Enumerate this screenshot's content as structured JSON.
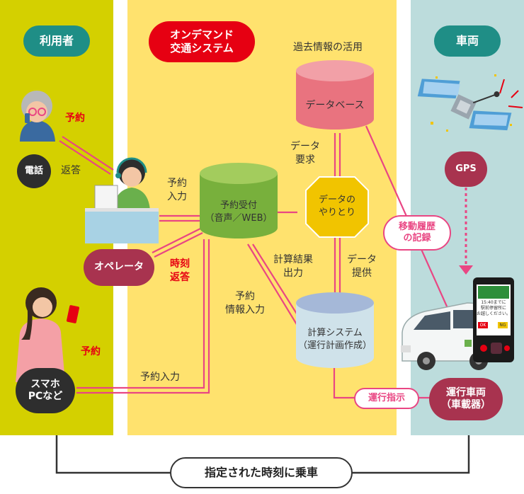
{
  "columns": {
    "users": "利用者",
    "system": "オンデマンド\n交通システム",
    "vehicle": "車両"
  },
  "badges": {
    "phone": "電話",
    "operator": "オペレータ",
    "smartphone": "スマホ\nPCなど",
    "gps": "GPS",
    "vehicle_device": "運行車両\n（車載器）"
  },
  "databases": {
    "database": "データベース",
    "reservation": "予約受付\n（音声／WEB）",
    "calculation": "計算システム\n（運行計画作成）"
  },
  "octagon": "データの\nやりとり",
  "labels": {
    "reserve_phone": "予約",
    "reply": "返答",
    "reserve_input": "予約\n入力",
    "time_reply": "時刻\n返答",
    "reserve_smartphone": "予約",
    "reserve_input_bottom": "予約入力",
    "past_info": "過去情報の活用",
    "data_request": "データ\n要求",
    "calc_output": "計算結果\n出力",
    "data_provide": "データ\n提供",
    "reserve_info_input": "予約\n情報入力",
    "movement_history": "移動履歴\nの記録",
    "operation_instruction": "運行指示",
    "boarding": "指定された時刻に乗車"
  },
  "screen": {
    "line1": "15:40までに",
    "line2": "駅前停留所に",
    "line3": "お越しください。",
    "ok": "OK",
    "ng": "NG"
  },
  "colors": {
    "users_bg": "#d4d000",
    "system_bg": "#ffe26e",
    "vehicle_bg": "#bcdcdc",
    "accent_red": "#e60012",
    "pink": "#e94683",
    "teal_badge": "#1f8e86",
    "maroon_badge": "#a8334f",
    "dark_badge": "#2e2e2e"
  }
}
